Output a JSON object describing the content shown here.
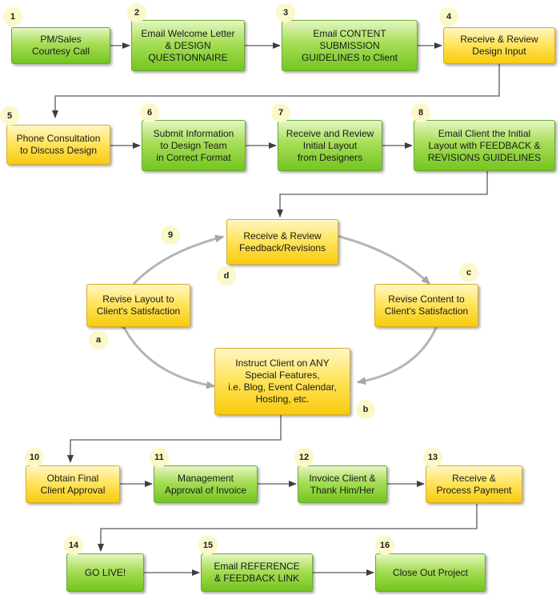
{
  "colors": {
    "green": "#8fd33a",
    "yellow": "#ffd83a",
    "badge": "#fbf8c9",
    "arrow": "#5a5a5a",
    "cycle_arrow": "#b5b5b5"
  },
  "badges": [
    "1",
    "2",
    "3",
    "4",
    "5",
    "6",
    "7",
    "8",
    "9",
    "10",
    "11",
    "12",
    "13",
    "14",
    "15",
    "16",
    "a",
    "b",
    "c",
    "d"
  ],
  "steps": [
    {
      "label": "PM/Sales\nCourtesy Call"
    },
    {
      "label": "Email Welcome Letter\n& DESIGN\nQUESTIONNAIRE"
    },
    {
      "label": "Email CONTENT\nSUBMISSION\nGUIDELINES to Client"
    },
    {
      "label": "Receive & Review\nDesign Input"
    },
    {
      "label": "Phone Consultation\nto Discuss Design"
    },
    {
      "label": "Submit Information\nto Design Team\nin Correct Format"
    },
    {
      "label": "Receive and Review\nInitial Layout\nfrom Designers"
    },
    {
      "label": "Email Client the Initial\nLayout with FEEDBACK &\nREVISIONS GUIDELINES"
    },
    {
      "label": "Receive & Review\nFeedback/Revisions"
    },
    {
      "label": "Revise Layout to\nClient's Satisfaction"
    },
    {
      "label": "Revise Content to\nClient's Satisfaction"
    },
    {
      "label": "Instruct Client on ANY\nSpecial Features,\ni.e. Blog, Event Calendar,\nHosting, etc."
    },
    {
      "label": "Obtain Final\nClient Approval"
    },
    {
      "label": "Management\nApproval of Invoice"
    },
    {
      "label": "Invoice Client &\nThank Him/Her"
    },
    {
      "label": "Receive &\nProcess Payment"
    },
    {
      "label": "GO LIVE!"
    },
    {
      "label": "Email REFERENCE\n& FEEDBACK LINK"
    },
    {
      "label": "Close Out Project"
    }
  ]
}
